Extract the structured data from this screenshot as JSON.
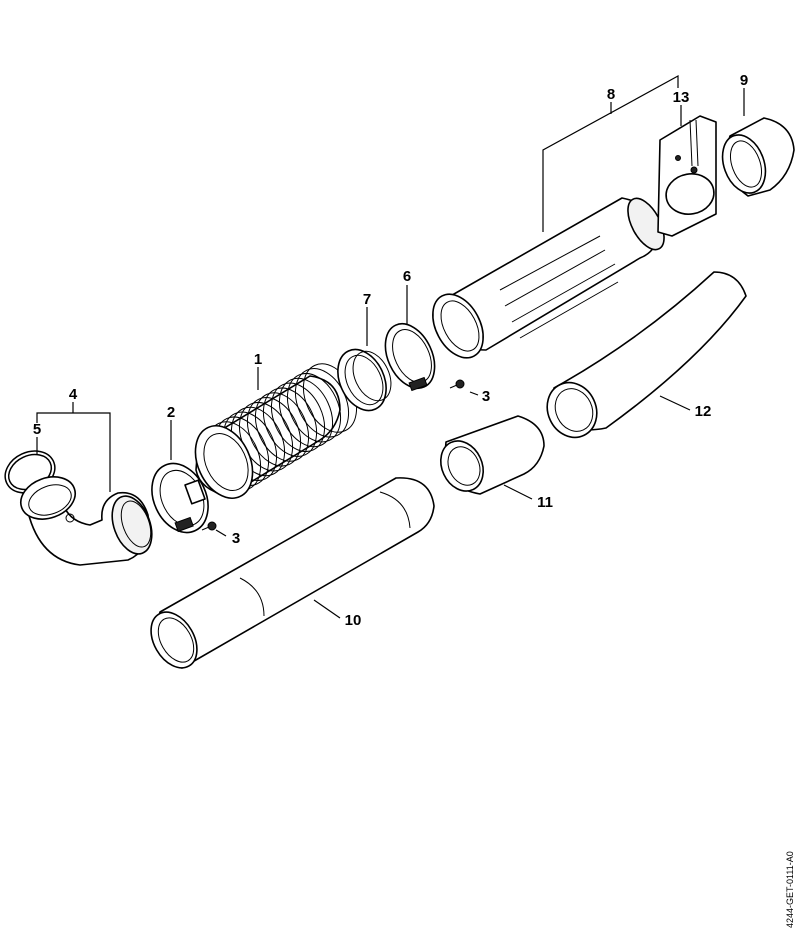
{
  "diagram": {
    "document_code": "4244-GET-0111-A0",
    "callouts": [
      {
        "id": "c1",
        "label": "1"
      },
      {
        "id": "c2",
        "label": "2"
      },
      {
        "id": "c3a",
        "label": "3"
      },
      {
        "id": "c3b",
        "label": "3"
      },
      {
        "id": "c4",
        "label": "4"
      },
      {
        "id": "c5",
        "label": "5"
      },
      {
        "id": "c6",
        "label": "6"
      },
      {
        "id": "c7",
        "label": "7"
      },
      {
        "id": "c8",
        "label": "8"
      },
      {
        "id": "c9",
        "label": "9"
      },
      {
        "id": "c10",
        "label": "10"
      },
      {
        "id": "c11",
        "label": "11"
      },
      {
        "id": "c12",
        "label": "12"
      },
      {
        "id": "c13",
        "label": "13"
      }
    ]
  }
}
